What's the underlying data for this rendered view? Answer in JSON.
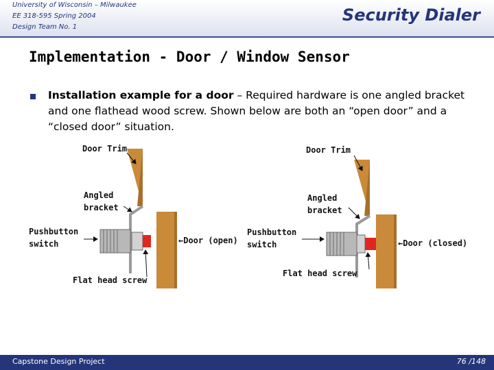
{
  "header": {
    "institution_lines": [
      "University of Wisconsin – Milwaukee",
      "EE 318-595 Spring 2004",
      "Design Team No. 1"
    ],
    "brand_title": "Security Dialer"
  },
  "slide": {
    "title": "Implementation - Door / Window Sensor",
    "bullet": {
      "lead": "Installation example for a door",
      "rest": " – Required hardware is one angled bracket and one flathead wood screw.  Shown below are both an “open door” and a “closed door” situation."
    }
  },
  "figure": {
    "left_diagram": {
      "door_trim": "Door Trim",
      "angled_line1": "Angled",
      "angled_line2": "bracket",
      "push_line1": "Pushbutton",
      "push_line2": "switch",
      "door_state": "←Door (open)",
      "flat_head": "Flat head screw"
    },
    "right_diagram": {
      "door_trim": "Door Trim",
      "angled_line1": "Angled",
      "angled_line2": "bracket",
      "push_line1": "Pushbutton",
      "push_line2": "switch",
      "door_state": "←Door (closed)",
      "flat_head": "Flat head screw"
    },
    "colors": {
      "wood": "#c98a3a",
      "switch_button": "#e0261f",
      "switch_body": "#b8b8b8",
      "bracket": "#9a9a9a"
    }
  },
  "footer": {
    "project": "Capstone Design Project",
    "page": "76 /148"
  }
}
